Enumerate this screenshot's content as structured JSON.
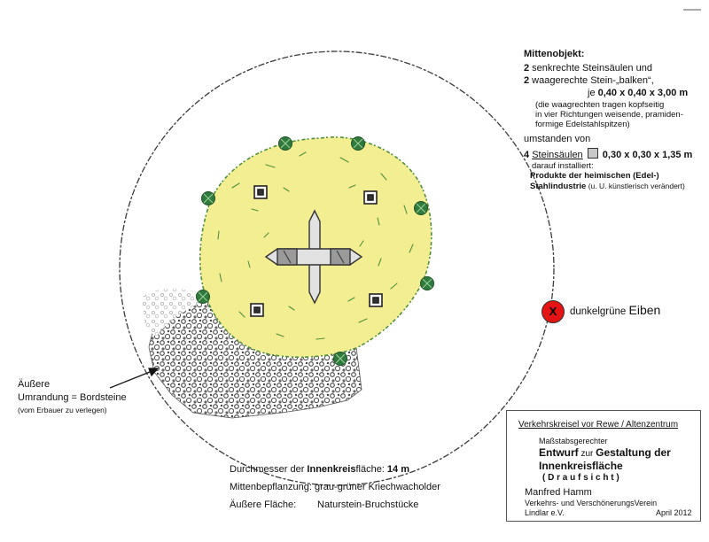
{
  "colors": {
    "page_background": "#ffffff",
    "planting_yellow": "#f3ee92",
    "planting_green": "#4f8f3a",
    "yew_dark_green": "#2f7a3d",
    "legend_marker_red": "#e41414",
    "gravel_gray": "#555555",
    "stone_gray": "#cfcfcf"
  },
  "icons": {
    "yew_tree": "dark-green-circle-x-icon",
    "stone_column": "small-square-icon",
    "center_object": "cross-shaped-stone-sculpture",
    "legend_marker": "red-circle-x-icon"
  },
  "counts": {
    "stone_columns": 4,
    "yew_trees": 7
  },
  "mitte": {
    "heading": "Mittenobjekt:",
    "l1_num": "2",
    "l1_text": " senkrechte Steinsäulen  und",
    "l2_num": "2",
    "l2_text": " waagerechte Stein-„balken“,",
    "l3_pre": "je ",
    "l3_dims": "0,40 x 0,40 x 3,00 m",
    "note1": "(die waagrechten tragen kopfseitig",
    "note2": "in vier Richtungen weisende, pramiden-",
    "note3": "formige Edelstahlspitzen)",
    "umstanden": "umstanden von",
    "l4_num": "4 ",
    "l4_word": "Steinsäulen",
    "l4_dims": " 0,30 x 0,30 x 1,35 m",
    "installed": "darauf installiert:",
    "prod1": "Produkte der heimischen (Edel-)",
    "prod2": "Stahlindustrie",
    "prod2_note": " (u. U. künstlerisch verändert)"
  },
  "legend": {
    "marker_symbol": "X",
    "label_pre": "dunkelgrüne ",
    "label_word": "Eiben"
  },
  "outer": {
    "line1": "Äußere",
    "line2": "Umrandung  = Bordsteine",
    "line3": "(vom Erbauer zu verlegen)"
  },
  "bottom": {
    "d_pre": "Durchmesser der ",
    "d_bold": "Innenkreis",
    "d_mid": "fläche: ",
    "d_val": "14 m",
    "p_text": "Mittenbepflanzung: grau-grüner Kriechwacholder",
    "f_label": "Äußere Fläche:",
    "f_value": "Naturstein-Bruchstücke"
  },
  "titleblock": {
    "header": "Verkehrskreisel vor Rewe / Altenzentrum",
    "sub": "Maßstabsgerechter",
    "t1a": "Entwurf",
    "t1b": " zur ",
    "t1c": "Gestaltung der",
    "t2": "Innenkreisfläche",
    "t3": "( D r a u f s i c h t )",
    "author": "Manfred Hamm",
    "org": "Verkehrs- und VerschönerungsVerein",
    "place": "Lindlar e.V.",
    "date": "April 2012"
  }
}
